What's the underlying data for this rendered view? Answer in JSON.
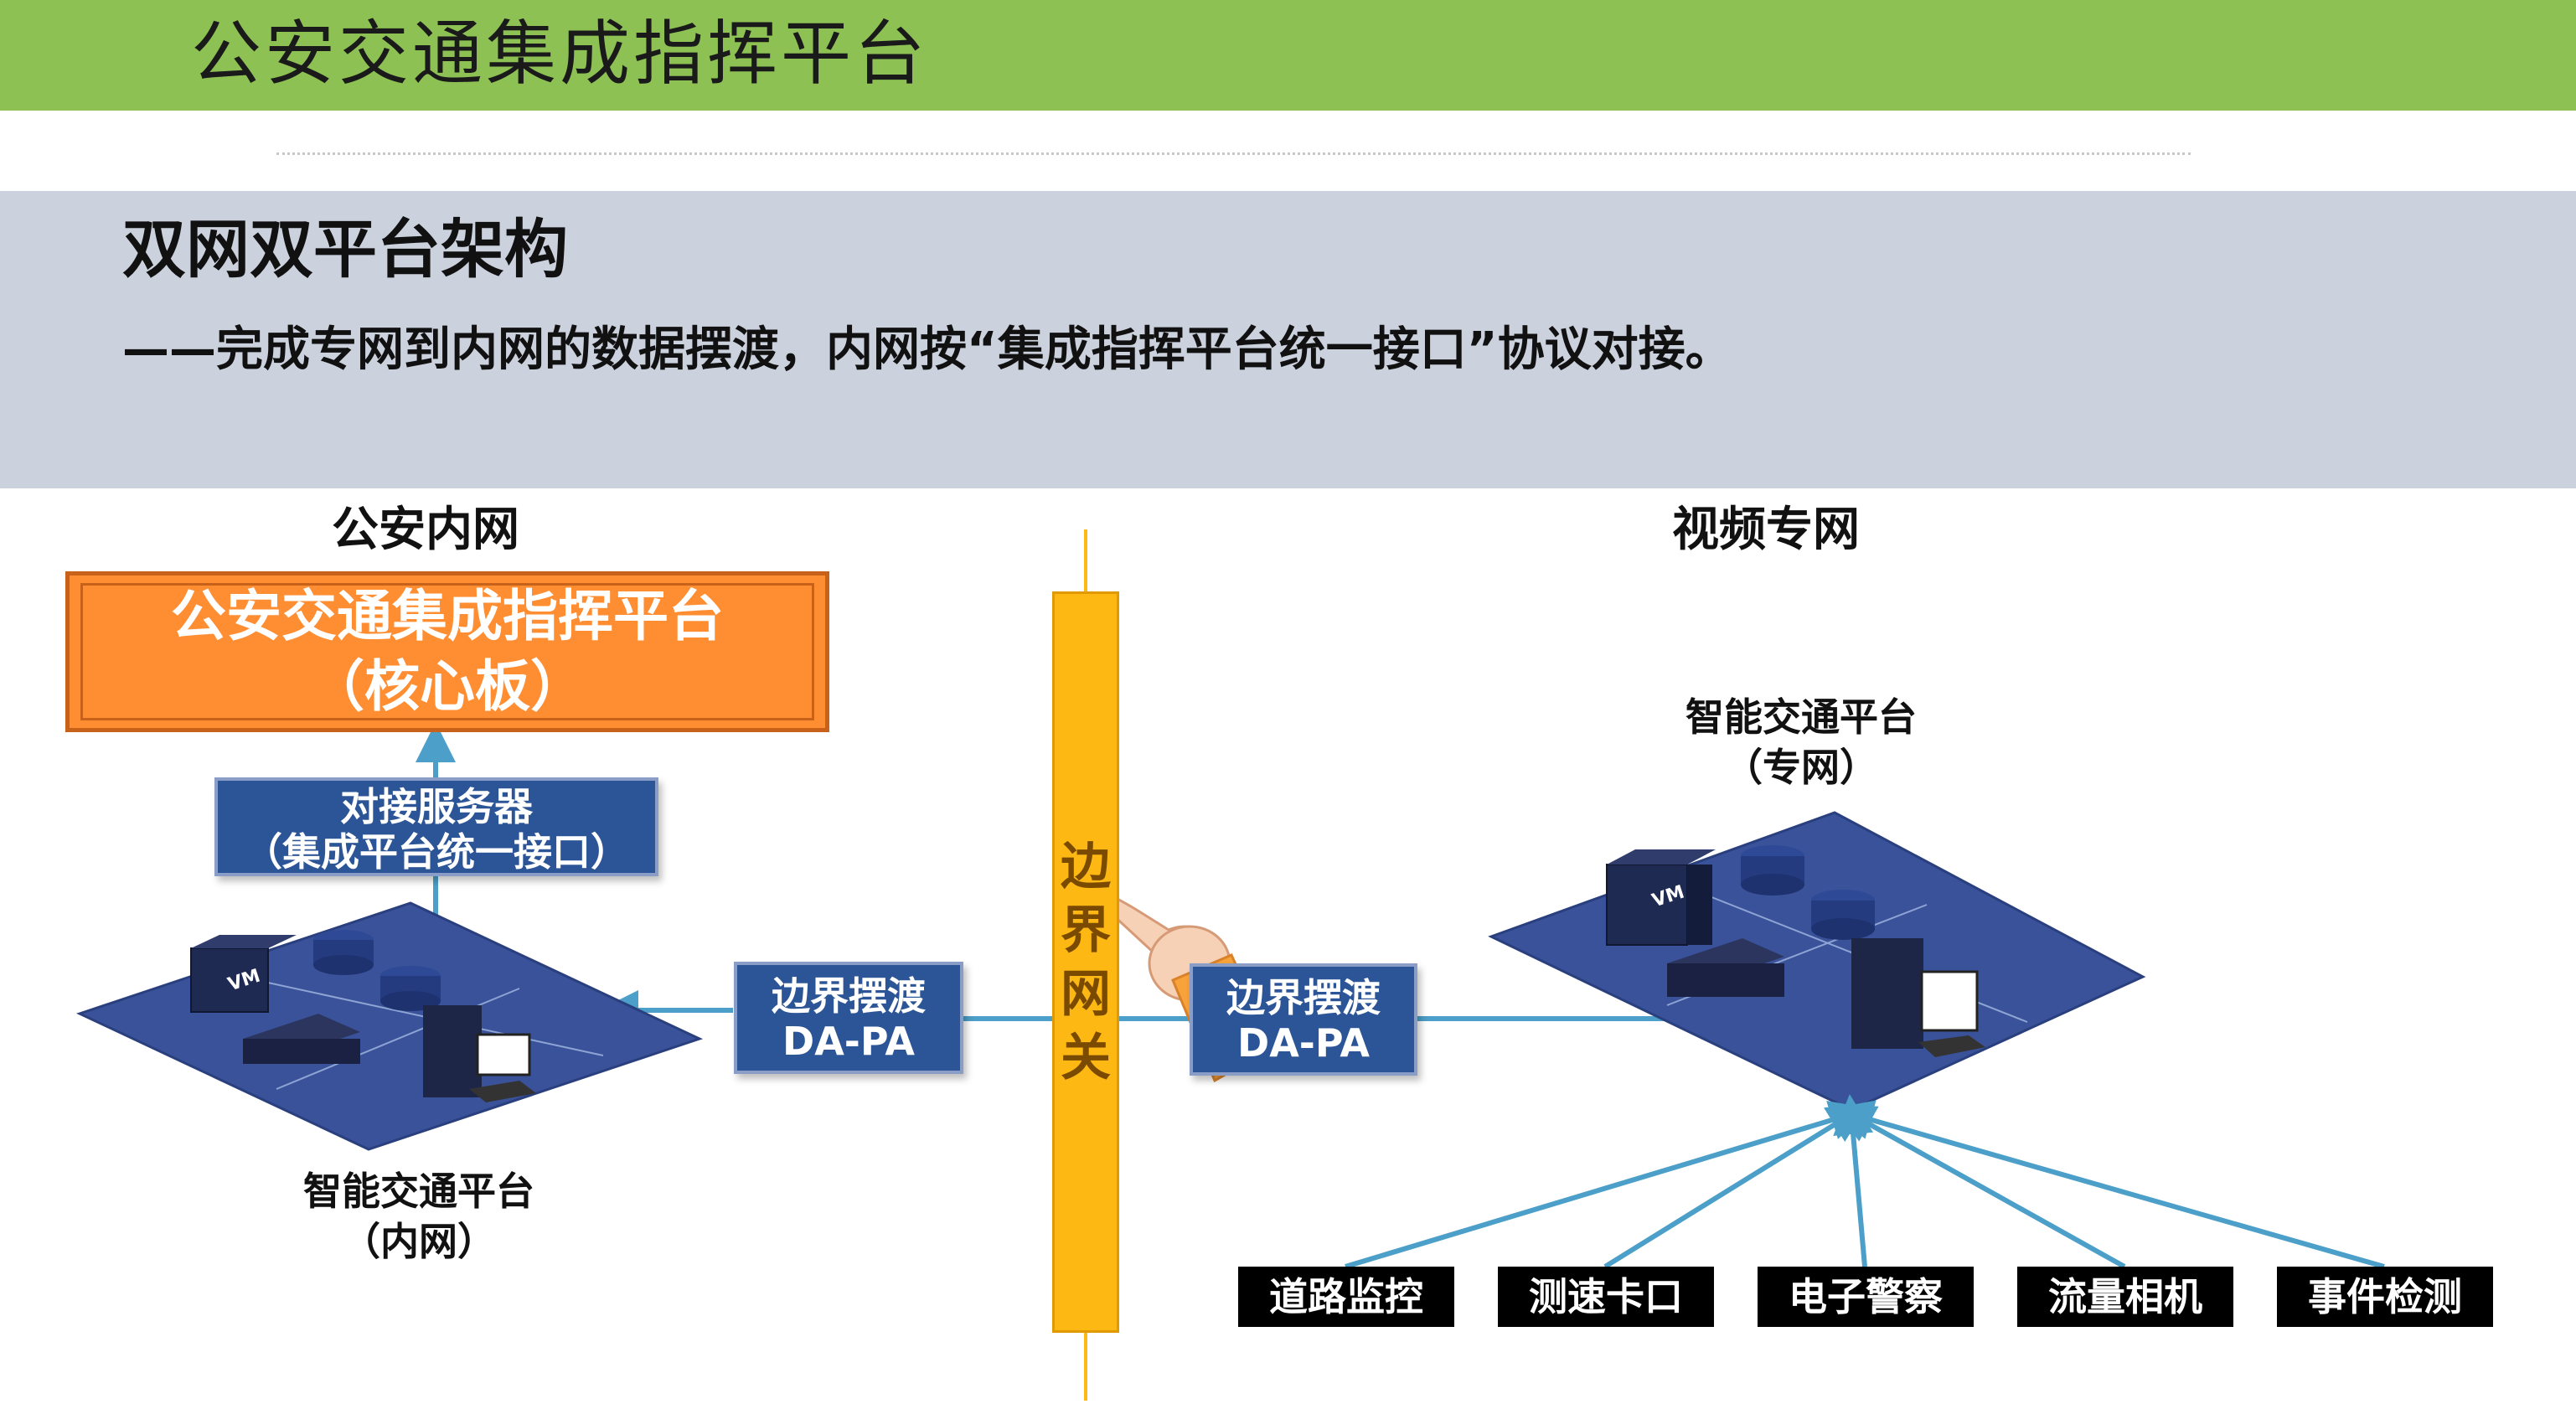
{
  "header": {
    "title": "公安交通集成指挥平台"
  },
  "band": {
    "title": "双网双平台架构",
    "subtitle": "——完成专网到内网的数据摆渡，内网按“集成指挥平台统一接口”协议对接。"
  },
  "left": {
    "section_label": "公安内网",
    "core_board": {
      "line1": "公安交通集成指挥平台",
      "line2": "（核心板）"
    },
    "interface_server": {
      "line1": "对接服务器",
      "line2": "（集成平台统一接口）"
    },
    "platform": {
      "line1": "智能交通平台",
      "line2": "（内网）",
      "vm_label": "VM"
    },
    "ferry": {
      "line1": "边界摆渡",
      "line2": "DA-PA"
    }
  },
  "gateway": {
    "chars": [
      "边",
      "界",
      "网",
      "关"
    ]
  },
  "right": {
    "section_label": "视频专网",
    "platform": {
      "line1": "智能交通平台",
      "line2": "（专网）",
      "vm_label": "VM"
    },
    "ferry": {
      "line1": "边界摆渡",
      "line2": "DA-PA"
    },
    "devices": [
      "道路监控",
      "测速卡口",
      "电子警察",
      "流量相机",
      "事件检测"
    ]
  },
  "colors": {
    "header_green": "#8dc154",
    "band_gray": "#cbd1dd",
    "core_orange": "#ff8d32",
    "box_blue": "#2c5597",
    "gateway_yellow": "#fdb813",
    "platform_blue": "#3a5299",
    "arrow_blue": "#4b9fc8"
  }
}
